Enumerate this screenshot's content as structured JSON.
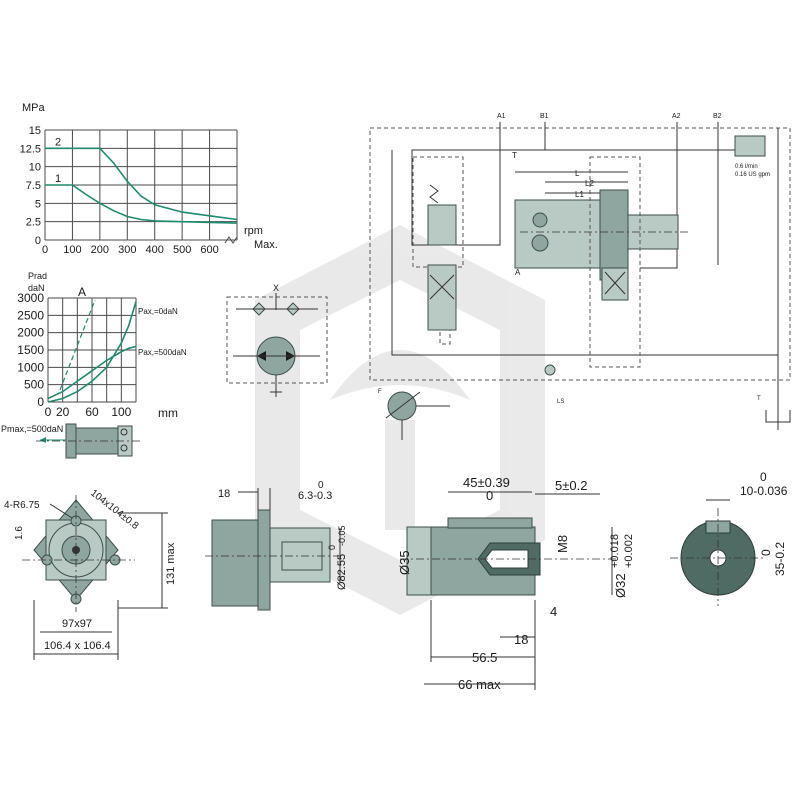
{
  "chart_data": [
    {
      "type": "line",
      "title": "",
      "ylabel": "MPa",
      "xlabel": "rpm",
      "x_extra_label": "Max.",
      "yticks": [
        "0",
        "2.5",
        "5",
        "7.5",
        "10",
        "12.5",
        "15"
      ],
      "xticks": [
        "0",
        "100",
        "200",
        "300",
        "400",
        "500",
        "600"
      ],
      "ylim": [
        0,
        15
      ],
      "xlim": [
        0,
        700
      ],
      "grid": true,
      "series": [
        {
          "name": "2",
          "x": [
            0,
            200,
            250,
            300,
            350,
            400,
            500,
            600,
            700
          ],
          "y": [
            12.5,
            12.5,
            10.5,
            8,
            6,
            4.8,
            3.8,
            3.3,
            2.8
          ]
        },
        {
          "name": "1",
          "x": [
            0,
            100,
            150,
            200,
            250,
            300,
            350,
            400,
            500,
            600,
            700
          ],
          "y": [
            7.5,
            7.5,
            6.2,
            5,
            4,
            3.2,
            2.8,
            2.6,
            2.5,
            2.4,
            2.3
          ]
        }
      ]
    },
    {
      "type": "line",
      "title": "",
      "ylabel_line1": "Prad",
      "ylabel_line2": "daN",
      "xlabel": "mm",
      "marker_label": "A",
      "yticks": [
        "0",
        "500",
        "1000",
        "1500",
        "2000",
        "2500",
        "3000"
      ],
      "xticks": [
        "0",
        "20",
        "60",
        "100"
      ],
      "ylim": [
        0,
        3000
      ],
      "xlim": [
        0,
        120
      ],
      "grid": true,
      "series": [
        {
          "name": "Pax,=0daN",
          "x": [
            0,
            20,
            40,
            60,
            80,
            100,
            110,
            120
          ],
          "y": [
            0,
            100,
            300,
            600,
            1000,
            1700,
            2200,
            2900
          ]
        },
        {
          "name": "Pax,=500daN",
          "x": [
            0,
            20,
            40,
            60,
            80,
            100,
            110,
            120
          ],
          "y": [
            100,
            300,
            600,
            900,
            1200,
            1450,
            1550,
            1600
          ]
        }
      ]
    }
  ],
  "labels": {
    "pmax": "Pmax,=500daN",
    "schematic_x": "X",
    "ports": {
      "a1": "A1",
      "b1": "B1",
      "a2": "A2",
      "b2": "B2"
    },
    "circuit_t": "T",
    "circuit_a": "A",
    "circuit_l": "L",
    "circuit_l1": "L1",
    "circuit_l2": "L2",
    "flow_line1": "0.6 l/min",
    "flow_line2": "0.16 US gpm",
    "ls": "LS",
    "f": "F",
    "tank": "T"
  },
  "dimensions": {
    "r675": "4-R6.75",
    "d104": "104x104±0.8",
    "d16": "1.6",
    "d131": "131 max",
    "d97": "97x97",
    "d1064": "106.4 x 106.4",
    "d18a": "18",
    "d63_top": "0",
    "d63": "6.3-0.3",
    "d8255": "Ø82.55",
    "d8255_tol_top": "0",
    "d8255_tol": "-0.05",
    "d45": "45±0.39",
    "d45_zero": "0",
    "d5": "5±0.2",
    "dm8": "M8",
    "d35": "Ø35",
    "d32": "Ø32",
    "d32_tol_top": "+0.018",
    "d32_tol_bot": "+0.002",
    "d4": "4",
    "d18b": "18",
    "d565": "56.5",
    "d66": "66 max",
    "key_zero": "0",
    "key_width": "10-0.036",
    "key_h_zero": "0",
    "key_height": "35-0.2"
  }
}
